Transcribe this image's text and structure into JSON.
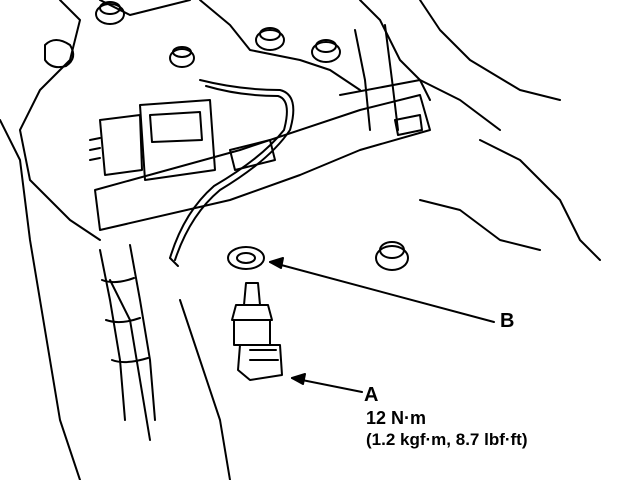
{
  "callouts": {
    "a": "A",
    "b": "B"
  },
  "torque": {
    "metric": "12 N·m",
    "alternate": "(1.2 kgf·m, 8.7 lbf·ft)"
  },
  "colors": {
    "line": "#000000",
    "background": "#ffffff"
  }
}
